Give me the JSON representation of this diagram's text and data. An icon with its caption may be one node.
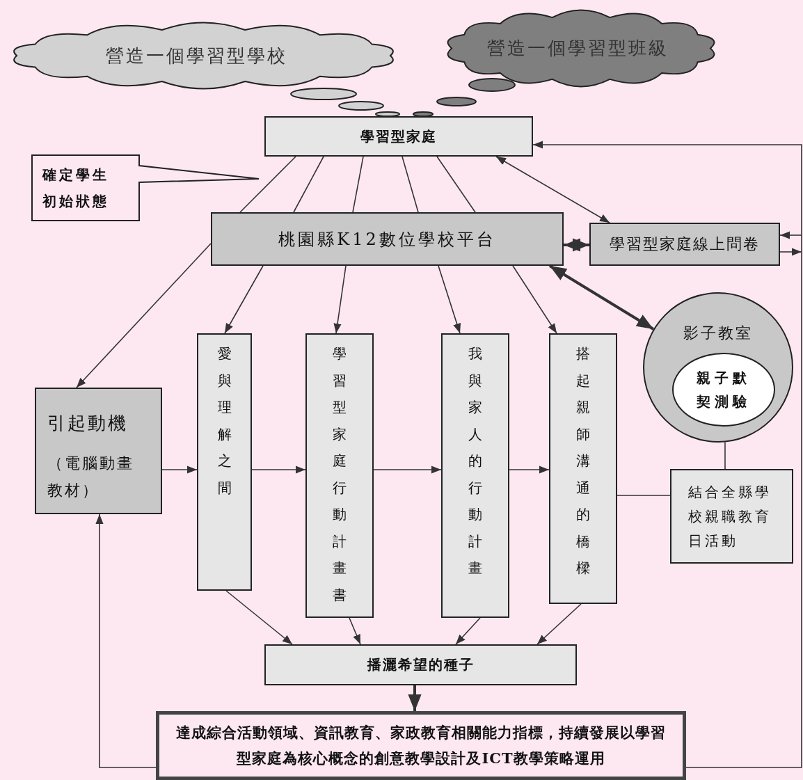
{
  "diagram": {
    "nodes": [
      {
        "text": [
          "營造一個學習型學校"
        ]
      },
      {
        "text": [
          "營造一個學習型班級"
        ]
      },
      {
        "text": [
          "學習型家庭"
        ]
      },
      {
        "text": [
          "確定學生初始狀態"
        ]
      },
      {
        "text": [
          "桃園縣K12數位學校平台"
        ]
      },
      {
        "text": [
          "學習型家庭線上問卷"
        ]
      },
      {
        "text": [
          "影子教室"
        ]
      },
      {
        "text": [
          "親子默契測驗"
        ],
        "in": 6
      },
      {
        "text": [
          "引起動機",
          "（電腦動畫教材）"
        ]
      },
      {
        "text": [
          "愛與理解之間"
        ]
      },
      {
        "text": [
          "學習型家庭行動計畫書"
        ]
      },
      {
        "text": [
          "我與家人的行動計畫"
        ]
      },
      {
        "text": [
          "搭起親師溝通的橋樑"
        ]
      },
      {
        "text": [
          "結合全縣學校親職教育日活動"
        ]
      },
      {
        "text": [
          "播灑希望的種子"
        ]
      },
      {
        "text": [
          "達成綜合活動領域、資訊教育、家政教育相關能力指標，持續發展以學習型家庭為核心概念的創意教學設計及ICT教學策略運用"
        ]
      }
    ],
    "edges": [
      {
        "from": 2,
        "to": 4,
        "arrow": "none"
      },
      {
        "from": 2,
        "to": 4,
        "arrow": "none"
      },
      {
        "from": 2,
        "to": 4,
        "arrow": "none"
      },
      {
        "from": 2,
        "to": 4,
        "arrow": "none"
      },
      {
        "from": 2,
        "to": 4,
        "arrow": "none"
      },
      {
        "from": 4,
        "to": 8,
        "arrow": "to"
      },
      {
        "from": 4,
        "to": 9,
        "arrow": "to"
      },
      {
        "from": 4,
        "to": 10,
        "arrow": "to"
      },
      {
        "from": 4,
        "to": 11,
        "arrow": "to"
      },
      {
        "from": 4,
        "to": 12,
        "arrow": "to"
      },
      {
        "from": 2,
        "to": 5,
        "arrow": "both"
      },
      {
        "from": 4,
        "to": 5,
        "arrow": "both",
        "style": "thick"
      },
      {
        "from": 4,
        "to": 6,
        "arrow": "both",
        "style": "thick"
      },
      {
        "from": 8,
        "to": 9,
        "arrow": "to"
      },
      {
        "from": 9,
        "to": 10,
        "arrow": "to"
      },
      {
        "from": 10,
        "to": 11,
        "arrow": "to"
      },
      {
        "from": 11,
        "to": 12,
        "arrow": "to"
      },
      {
        "from": 13,
        "to": 12,
        "arrow": "none"
      },
      {
        "from": 6,
        "to": 13,
        "arrow": "none"
      },
      {
        "from": 9,
        "to": 14,
        "arrow": "to"
      },
      {
        "from": 10,
        "to": 14,
        "arrow": "to"
      },
      {
        "from": 11,
        "to": 14,
        "arrow": "to"
      },
      {
        "from": 12,
        "to": 14,
        "arrow": "to"
      },
      {
        "from": 14,
        "to": 15,
        "arrow": "to",
        "style": "thick"
      },
      {
        "from": 15,
        "to": 2,
        "arrow": "to"
      },
      {
        "from": 15,
        "to": 8,
        "arrow": "to"
      },
      {
        "from": null,
        "to": 5,
        "arrow": "to"
      },
      {
        "from": 5,
        "to": null,
        "arrow": "to"
      }
    ]
  }
}
